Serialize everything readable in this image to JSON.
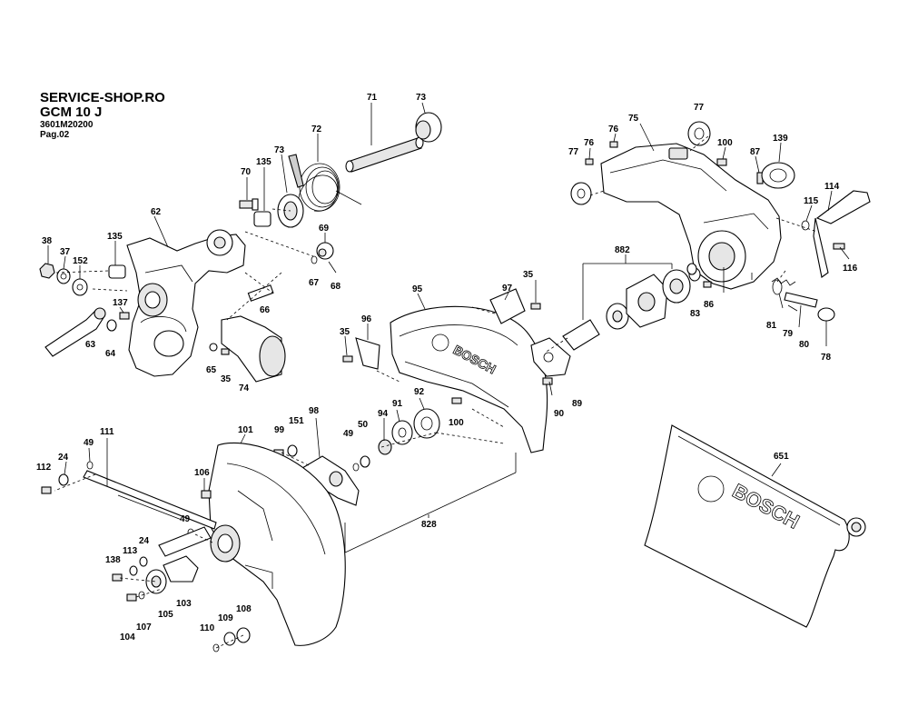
{
  "header": {
    "shop": "SERVICE-SHOP.RO",
    "model": "GCM 10 J",
    "code": "3601M20200",
    "page": "Pag.02"
  },
  "brand": {
    "guard_logo": "BOSCH",
    "cover_logo": "BOSCH"
  },
  "labels": {
    "p71": "71",
    "p73a": "73",
    "p72": "72",
    "p73b": "73",
    "p135a": "135",
    "p70": "70",
    "p75": "75",
    "p76a": "76",
    "p77a": "77",
    "p77b": "77",
    "p76b": "76",
    "p100a": "100",
    "p87": "87",
    "p139": "139",
    "p114": "114",
    "p115": "115",
    "p116": "116",
    "p62": "62",
    "p135b": "135",
    "p38": "38",
    "p37": "37",
    "p152": "152",
    "p137": "137",
    "p63": "63",
    "p64": "64",
    "p69": "69",
    "p67": "67",
    "p68": "68",
    "p66": "66",
    "p65": "65",
    "p35a": "35",
    "p74": "74",
    "p882": "882",
    "p86": "86",
    "p83": "83",
    "p81": "81",
    "p79": "79",
    "p80": "80",
    "p78": "78",
    "p95": "95",
    "p97": "97",
    "p35b": "35",
    "p96": "96",
    "p35c": "35",
    "p89": "89",
    "p90": "90",
    "p98": "98",
    "p99": "99",
    "p151": "151",
    "p101": "101",
    "p49a": "49",
    "p50": "50",
    "p94": "94",
    "p91": "91",
    "p92": "92",
    "p100b": "100",
    "p828": "828",
    "p111": "111",
    "p49b": "49",
    "p24a": "24",
    "p112": "112",
    "p106": "106",
    "p49c": "49",
    "p24b": "24",
    "p113": "113",
    "p138": "138",
    "p103": "103",
    "p105": "105",
    "p107": "107",
    "p104": "104",
    "p108": "108",
    "p109": "109",
    "p110": "110",
    "p651": "651"
  }
}
